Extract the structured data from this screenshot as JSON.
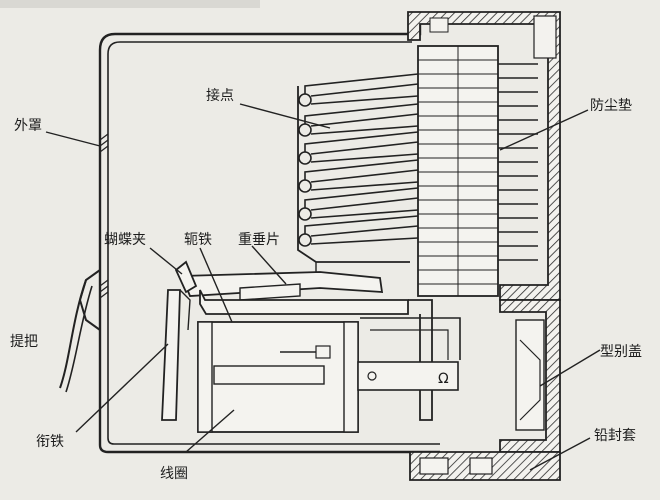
{
  "diagram": {
    "labels": {
      "outer_cover": "外罩",
      "contact": "接点",
      "dust_pad": "防尘垫",
      "butterfly_clip": "蝴蝶夹",
      "yoke": "轭铁",
      "counterweight": "重垂片",
      "handle": "提把",
      "type_cover": "型别盖",
      "armature": "衔铁",
      "coil": "线圈",
      "lead_seal_sleeve": "铅封套"
    }
  }
}
